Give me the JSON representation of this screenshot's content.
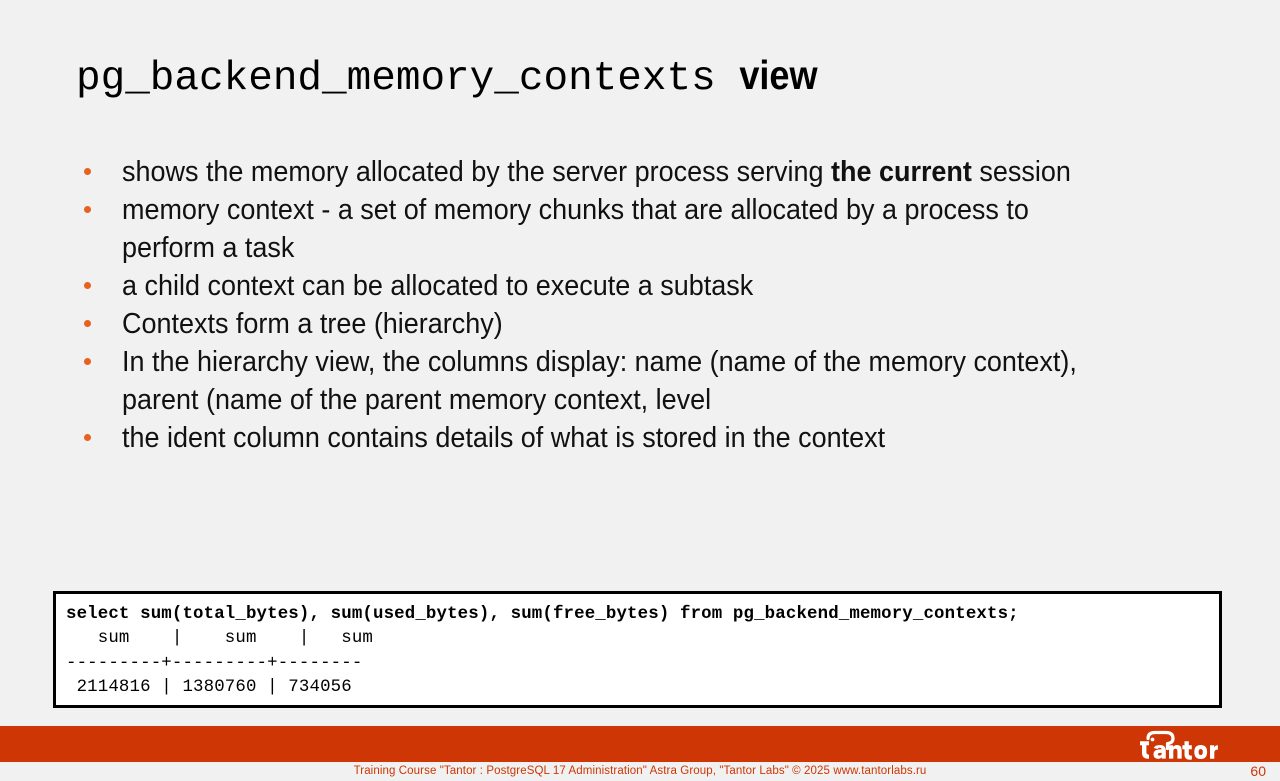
{
  "slide": {
    "background_color": "#f1f1f1",
    "accent_color": "#ce3605",
    "bullet_color": "#e8621f"
  },
  "title": {
    "mono_part": "pg_backend_memory_contexts",
    "word_part": "view"
  },
  "bullets": [
    {
      "before_bold": "shows the memory allocated by the server process serving ",
      "bold": "the current",
      "after_bold": " session"
    },
    {
      "before_bold": "memory context - a set of memory chunks that are allocated by a process to perform a task",
      "bold": "",
      "after_bold": ""
    },
    {
      "before_bold": "a child context can be allocated to execute a subtask",
      "bold": "",
      "after_bold": ""
    },
    {
      "before_bold": "Contexts form a tree (hierarchy)",
      "bold": "",
      "after_bold": ""
    },
    {
      "before_bold": "In the hierarchy view, the columns display: name (name of the memory context), parent (name of the parent memory context, level",
      "bold": "",
      "after_bold": ""
    },
    {
      "before_bold": "the ident column contains details of what is stored in the context",
      "bold": "",
      "after_bold": ""
    }
  ],
  "code_block": {
    "query": "select sum(total_bytes), sum(used_bytes), sum(free_bytes) from pg_backend_memory_contexts;",
    "header_row": "   sum    |    sum    |   sum",
    "separator_row": "---------+---------+--------",
    "value_row": " 2114816 | 1380760 | 734056"
  },
  "footer": {
    "caption": "Training Course \"Tantor : PostgreSQL 17 Administration\" Astra Group, \"Tantor Labs\" © 2025  www.tantorlabs.ru",
    "page_number": "60",
    "logo_text": "tantor"
  }
}
